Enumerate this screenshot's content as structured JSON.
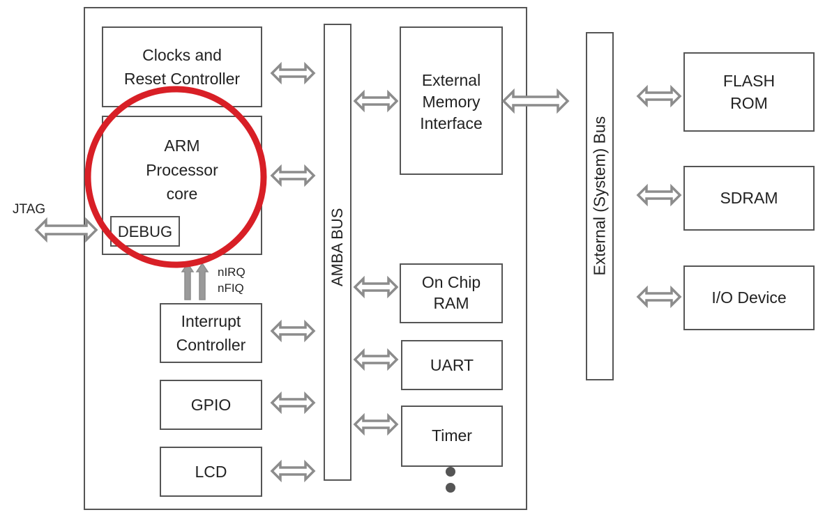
{
  "blocks": {
    "clocks": "Clocks and\nReset Controller",
    "arm_core": "ARM\nProcessor\ncore",
    "debug": "DEBUG",
    "interrupt": "Interrupt\nController",
    "gpio": "GPIO",
    "lcd": "LCD",
    "amba_bus": "AMBA BUS",
    "ext_mem_if": "External\nMemory\nInterface",
    "on_chip_ram": "On Chip\nRAM",
    "uart": "UART",
    "timer": "Timer",
    "ext_bus": "External (System) Bus",
    "flash_rom": "FLASH\nROM",
    "sdram": "SDRAM",
    "io_device": "I/O Device"
  },
  "labels": {
    "jtag": "JTAG",
    "irq": "nIRQ\nnFIQ"
  },
  "colors": {
    "border": "#555555",
    "arrow": "#8c8c8c",
    "highlight_circle": "#d81f26",
    "dots": "#555555"
  }
}
